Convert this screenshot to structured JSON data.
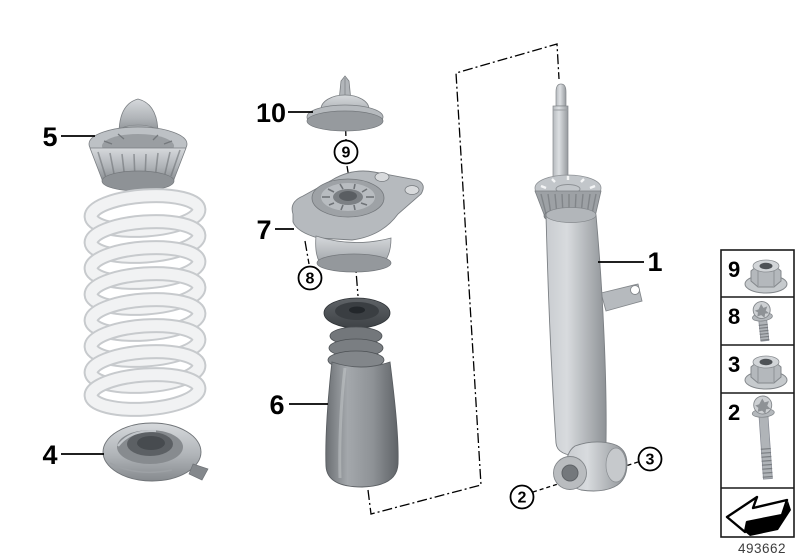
{
  "diagram": {
    "number": "493662",
    "bg_color": "#ffffff",
    "line_color": "#000000",
    "metal_light": "#d6d9dc",
    "metal_mid": "#b2b6ba",
    "metal_dark": "#84888c",
    "rubber_dark": "#4c5054",
    "spring_color": "#f1f2f3"
  },
  "callouts": {
    "shock_absorber": "1",
    "bolt_lower": "2",
    "nut_lower": "3",
    "lower_spring_pad": "4",
    "upper_spring_pad": "5",
    "protection_tube": "6",
    "support_bearing": "7",
    "screw_upper": "8",
    "nut_upper": "9",
    "protective_cap": "10"
  },
  "legend": {
    "rows": [
      {
        "label": "9",
        "icon": "flange-nut-icon"
      },
      {
        "label": "8",
        "icon": "torx-screw-icon"
      },
      {
        "label": "3",
        "icon": "flange-nut-icon"
      },
      {
        "label": "2",
        "icon": "long-bolt-icon"
      },
      {
        "label": "",
        "icon": "direction-arrow-icon"
      }
    ]
  }
}
